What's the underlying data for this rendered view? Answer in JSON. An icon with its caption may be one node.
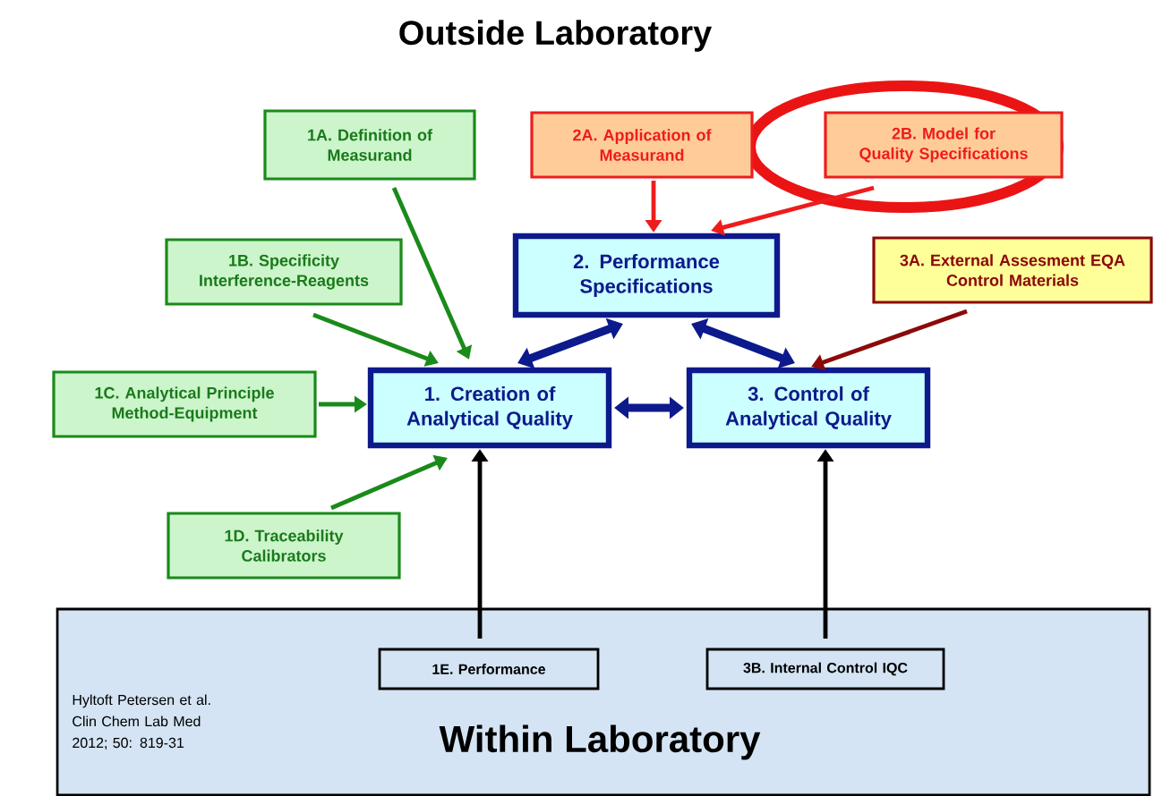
{
  "diagram": {
    "title": "Outside Laboratory",
    "nodes": [
      {
        "text": [
          "Hyltoft Petersen et al. Clin Chem Lab Med 2012; 50: 819-31",
          "Within Laboratory"
        ]
      },
      {
        "text": [
          "1A. Definition of Measurand"
        ]
      },
      {
        "text": [
          "2A. Application of Measurand"
        ]
      },
      {
        "text": [
          "2B. Model for Quality Specifications"
        ]
      },
      {
        "text": [
          "1B. Specificity Interference-Reagents"
        ]
      },
      {
        "text": [
          "2. Performance Specifications"
        ]
      },
      {
        "text": [
          "3A. External Assesment EQA Control Materials"
        ]
      },
      {
        "text": [
          "1C. Analytical Principle Method-Equipment"
        ]
      },
      {
        "text": [
          "1. Creation of Analytical Quality"
        ]
      },
      {
        "text": [
          "3. Control of Analytical Quality"
        ]
      },
      {
        "text": [
          "1D. Traceability Calibrators"
        ]
      },
      {
        "text": [
          "1E. Performance"
        ],
        "in": 0
      },
      {
        "text": [
          "3B. Internal Control IQC"
        ],
        "in": 0
      }
    ],
    "edges": [
      {
        "from": 1,
        "to": 8,
        "arrow": "to",
        "color": "#1a8a1a"
      },
      {
        "from": 4,
        "to": 8,
        "arrow": "to",
        "color": "#1a8a1a"
      },
      {
        "from": 7,
        "to": 8,
        "arrow": "to",
        "color": "#1a8a1a"
      },
      {
        "from": 10,
        "to": 8,
        "arrow": "to",
        "color": "#1a8a1a"
      },
      {
        "from": 2,
        "to": 5,
        "arrow": "to",
        "color": "#ee1c1c"
      },
      {
        "from": 3,
        "to": 5,
        "arrow": "to",
        "color": "#ee1c1c"
      },
      {
        "from": 6,
        "to": 9,
        "arrow": "to",
        "color": "#8b0a0a"
      },
      {
        "from": 5,
        "to": 8,
        "arrow": "both",
        "style": "thick",
        "color": "#0c1a8c"
      },
      {
        "from": 5,
        "to": 9,
        "arrow": "both",
        "style": "thick",
        "color": "#0c1a8c"
      },
      {
        "from": 8,
        "to": 9,
        "arrow": "both",
        "style": "thick",
        "color": "#0c1a8c"
      },
      {
        "from": 11,
        "to": 8,
        "arrow": "to",
        "color": "#000000"
      },
      {
        "from": 12,
        "to": 9,
        "arrow": "to",
        "color": "#000000"
      }
    ]
  }
}
